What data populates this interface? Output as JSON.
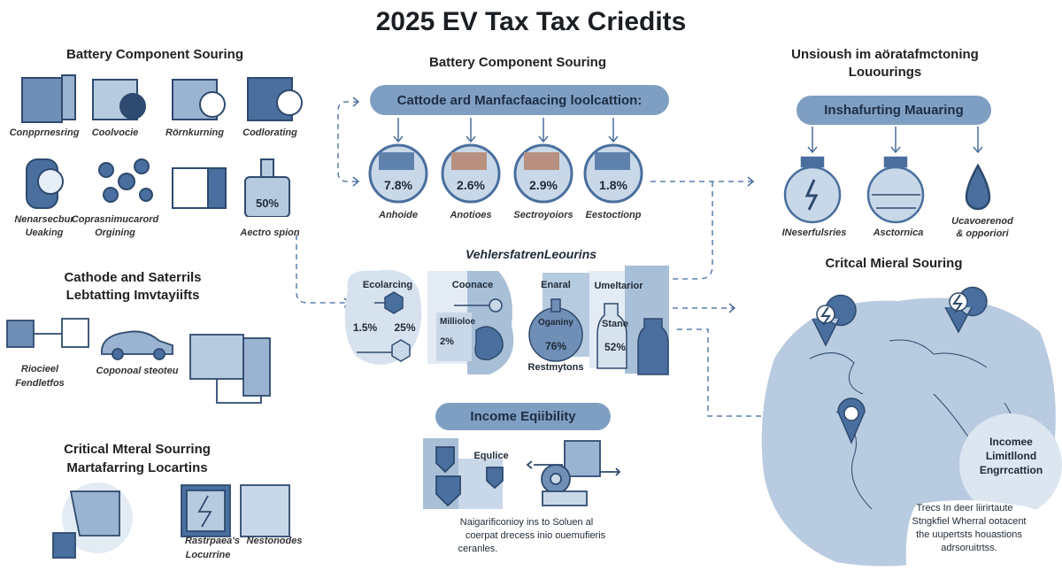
{
  "title": "2025 EV Tax Tax Criedits",
  "colors": {
    "accent": "#4a6f9e",
    "light": "#c9d8e8",
    "pill": "#7f9fc2",
    "map": "#b8cbe0"
  },
  "left": {
    "section1": {
      "title": "Battery Component Souring",
      "row1": [
        "Conpprnesring",
        "Coolvocie",
        "Rörnkurning",
        "Codlorating"
      ],
      "row2": [
        [
          "Nenarsecbur",
          "Ueaking"
        ],
        [
          "Coprasnimucarord",
          "Orgining"
        ],
        [
          "",
          ""
        ],
        [
          "",
          "Aectro spion"
        ]
      ],
      "bottle_value": "50%"
    },
    "section2": {
      "title": [
        "Cathode and Saterrils",
        "Lebtatting Imvtayiifts"
      ],
      "labels": [
        [
          "Riocieel",
          "Fendletfos"
        ],
        [
          "Coponoal steoteu"
        ]
      ]
    },
    "section3": {
      "title": [
        "Critical Mteral Sourring",
        "Martafarring Locartins"
      ],
      "labels": [
        "Rastrpaea's",
        "Nestonodes",
        "Locurrine"
      ]
    }
  },
  "middle": {
    "title": "Battery Component Souring",
    "pill": "Cattode ard Manfacfaacing loolcattion:",
    "circles": [
      {
        "value": "7.8%",
        "label": "Anhoide"
      },
      {
        "value": "2.6%",
        "label": "Anotioes"
      },
      {
        "value": "2.9%",
        "label": "Sectroyoiors"
      },
      {
        "value": "1.8%",
        "label": "Eestoctionp"
      }
    ],
    "subtitle": "VehlersfatrenLeourins",
    "panels": {
      "p1": {
        "label": "Ecolarcing",
        "v1": "1.5%",
        "v2": "25%"
      },
      "p2": {
        "label": "Coonace",
        "sub": "Millioloe",
        "v": "2%"
      },
      "p3": {
        "label": "Enaral",
        "sub": "Oganiny",
        "v": "76%",
        "foot": "Restmytons"
      },
      "p4": {
        "label": "Umeltarior",
        "sub": "Stane",
        "v": "52%"
      }
    },
    "income_pill": "Income Eqiibility",
    "income_label": "Equlice",
    "income_text": [
      "Naigarificonioy ins to Soluen al",
      "coerpat drecess inio ouemufieris",
      "ceranles."
    ]
  },
  "right": {
    "title": [
      "Unsioush im aöratafmctoning",
      "Louourings"
    ],
    "pill": "Inshafurting Mauaring",
    "items": [
      [
        "INeserfulsries"
      ],
      [
        "Asctornica"
      ],
      [
        "Ucavoerenod",
        "& opporiori"
      ]
    ],
    "map_title": "Critcal Mieral Souring",
    "bubble": [
      "Incomee",
      "Limitllond",
      "Engrrcattion"
    ],
    "note": [
      "Trecs In deer liirirtaute",
      "Stngkfiel Wherral ootacent",
      "the uupertsts houastions",
      "adrsoruitrtss."
    ]
  }
}
